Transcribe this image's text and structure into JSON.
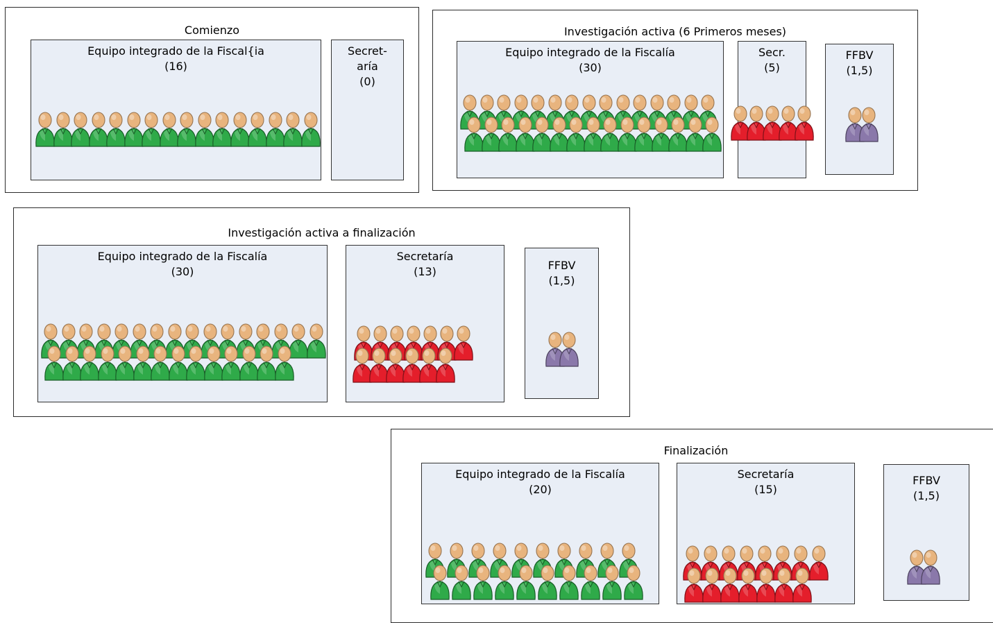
{
  "colors": {
    "fiscalia": "#2faa49",
    "secretaria": "#e41e2b",
    "ffbv": "#8a78aa",
    "skin": "#e8b47e",
    "group_fill": "#e9eef6"
  },
  "icons": {
    "person": "person-icon"
  },
  "panels": [
    {
      "id": "comienzo",
      "title": "Comienzo",
      "groups": [
        {
          "kind": "fiscalia",
          "name_lines": [
            "Equipo integrado de la Fiscal{ia"
          ],
          "count_text": "(16)",
          "count": 16
        },
        {
          "kind": "secretaria",
          "name_lines": [
            "Secret-",
            "aría"
          ],
          "count_text": "(0)",
          "count": 0
        }
      ]
    },
    {
      "id": "investigacion-activa-6",
      "title": "Investigación activa (6 Primeros meses)",
      "groups": [
        {
          "kind": "fiscalia",
          "name_lines": [
            "Equipo integrado de la Fiscalía"
          ],
          "count_text": "(30)",
          "count": 30
        },
        {
          "kind": "secretaria",
          "name_lines": [
            "Secr."
          ],
          "count_text": "(5)",
          "count": 5
        },
        {
          "kind": "ffbv",
          "name_lines": [
            "FFBV"
          ],
          "count_text": "(1,5)",
          "count": 1.5
        }
      ]
    },
    {
      "id": "investigacion-activa-finalizacion",
      "title": "Investigación activa a finalización",
      "groups": [
        {
          "kind": "fiscalia",
          "name_lines": [
            "Equipo integrado de la Fiscalía"
          ],
          "count_text": "(30)",
          "count": 30
        },
        {
          "kind": "secretaria",
          "name_lines": [
            "Secretaría"
          ],
          "count_text": "(13)",
          "count": 13
        },
        {
          "kind": "ffbv",
          "name_lines": [
            "FFBV"
          ],
          "count_text": "(1,5)",
          "count": 1.5
        }
      ]
    },
    {
      "id": "finalizacion",
      "title": "Finalización",
      "groups": [
        {
          "kind": "fiscalia",
          "name_lines": [
            "Equipo integrado de la Fiscalía"
          ],
          "count_text": "(20)",
          "count": 20
        },
        {
          "kind": "secretaria",
          "name_lines": [
            "Secretaría"
          ],
          "count_text": "(15)",
          "count": 15
        },
        {
          "kind": "ffbv",
          "name_lines": [
            "FFBV"
          ],
          "count_text": "(1,5)",
          "count": 1.5
        }
      ]
    }
  ]
}
